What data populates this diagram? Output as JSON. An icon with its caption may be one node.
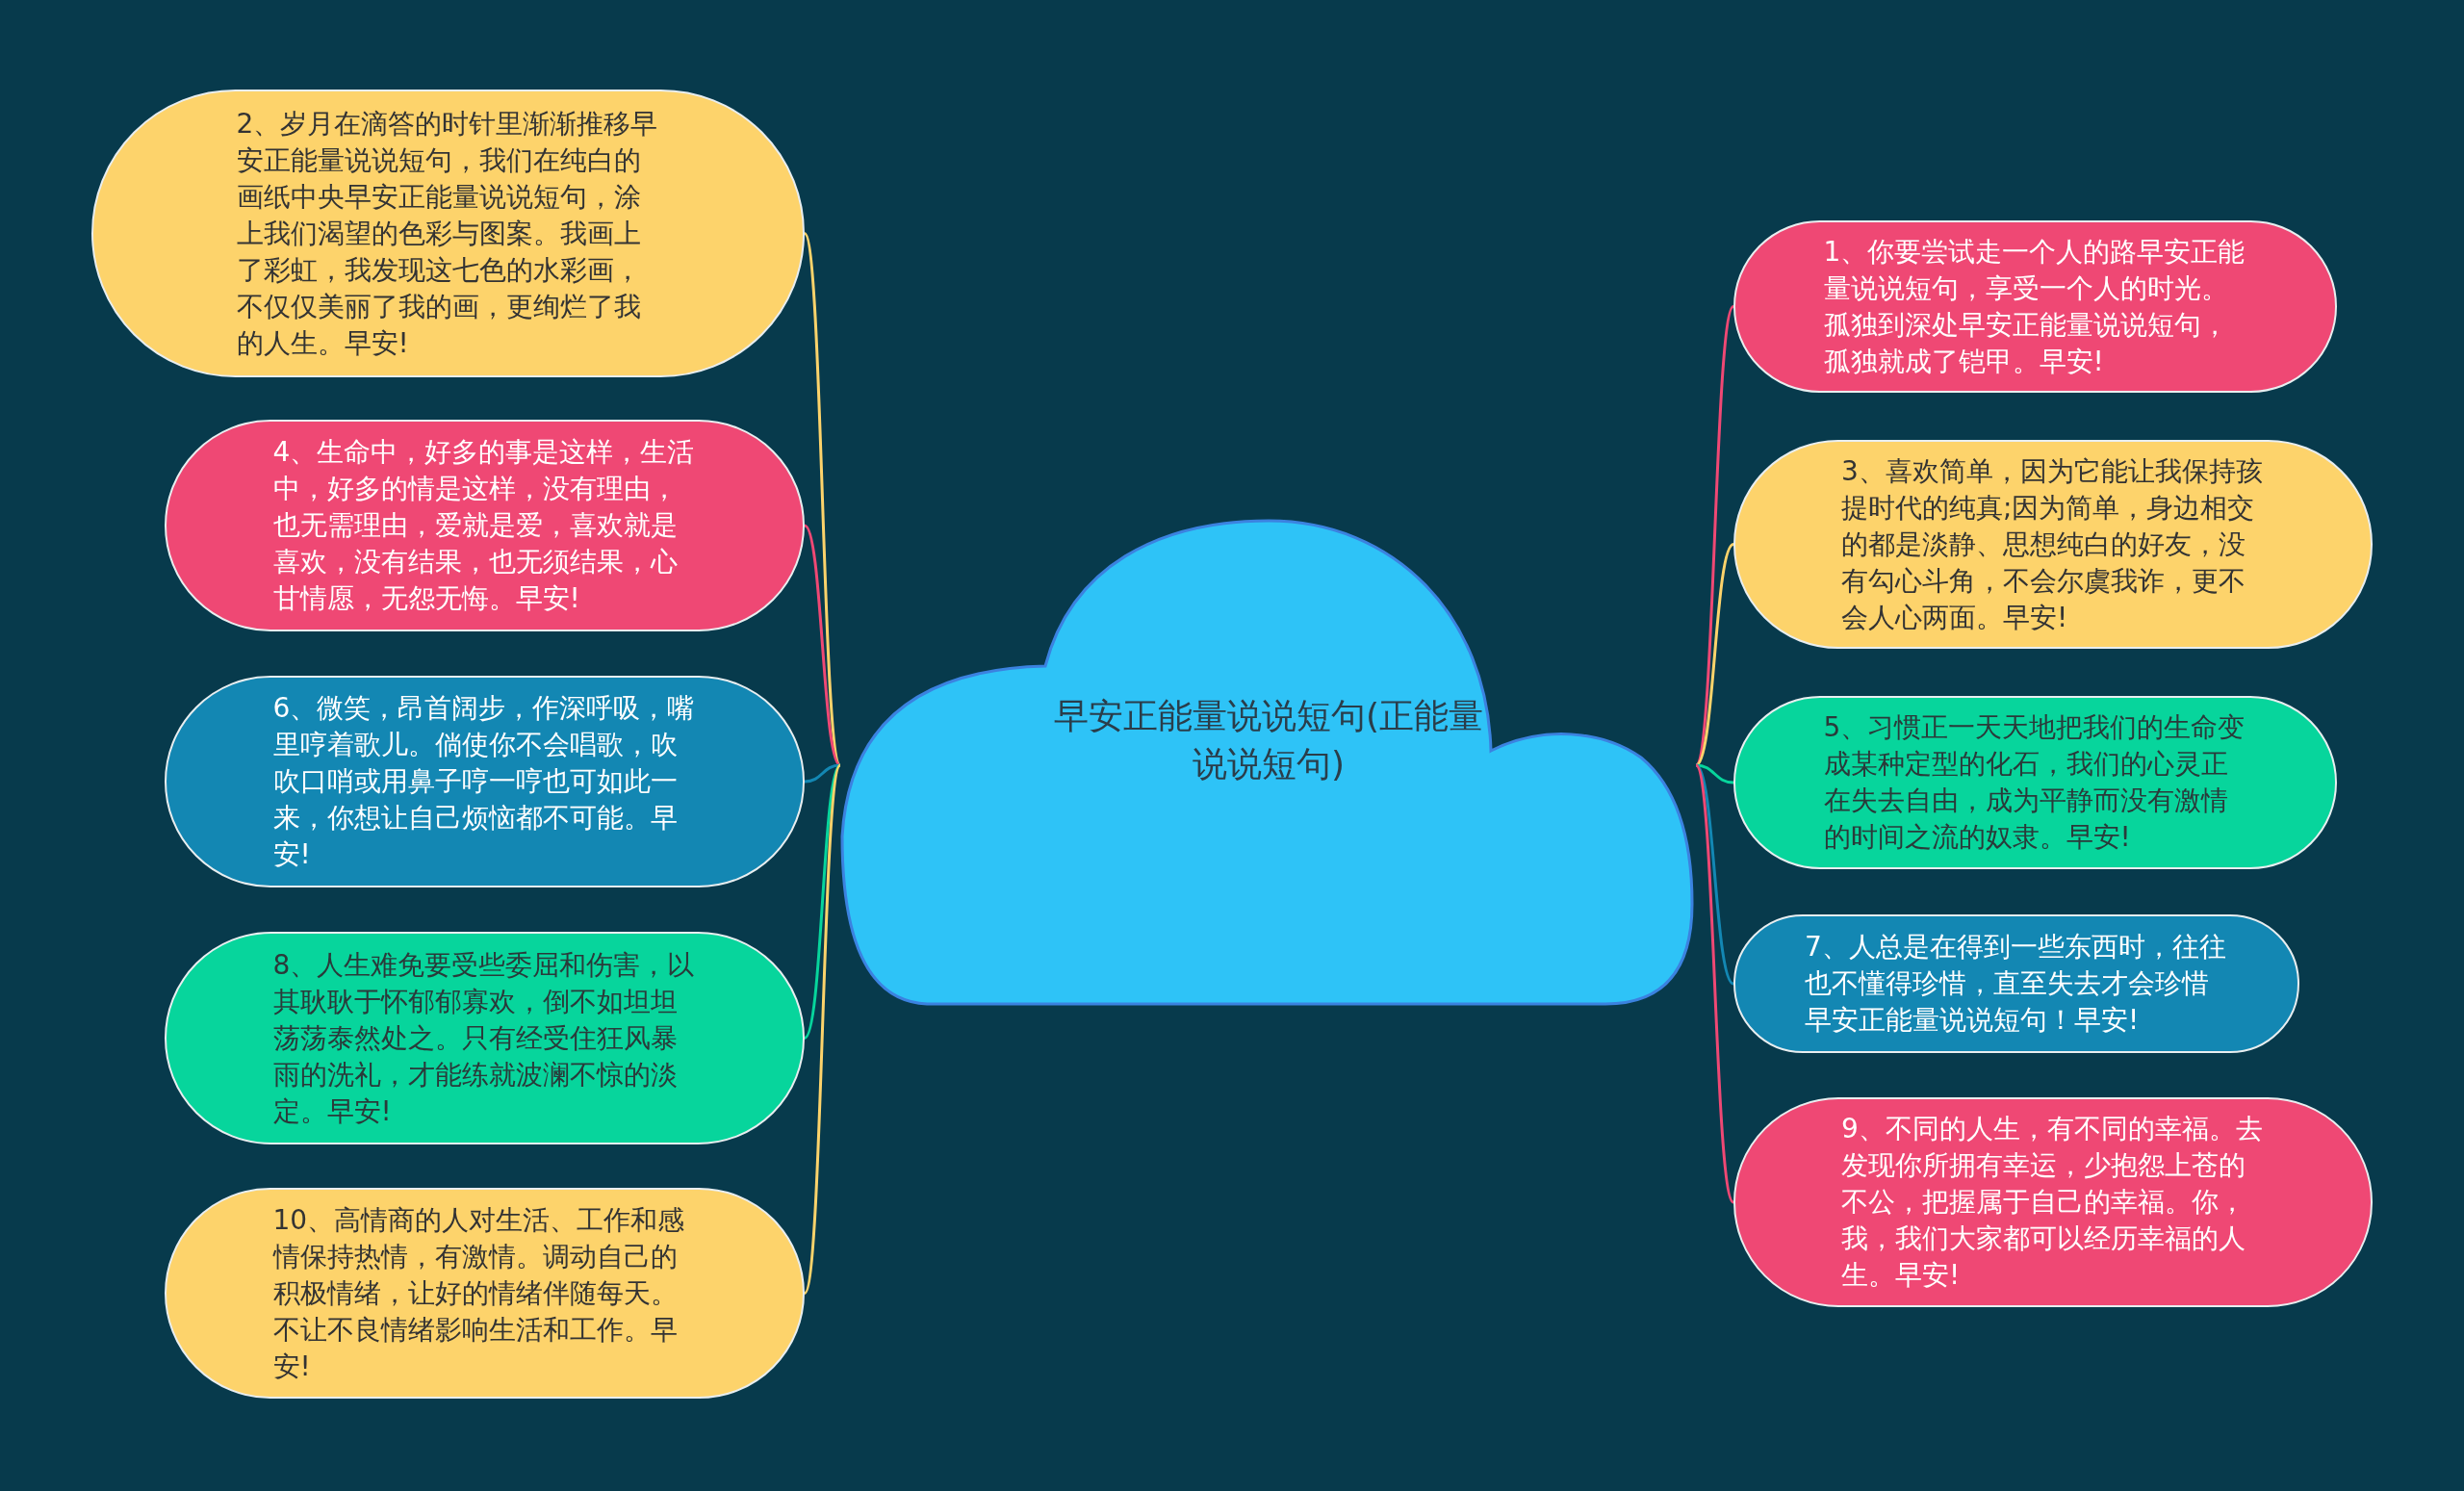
{
  "diagram": {
    "nodes": [
      {
        "text": [
          "早安正能量说说短句(正能量说说短句)"
        ]
      },
      {
        "text": [
          "1、你要尝试走一个人的路早安正能量说说短句，享受一个人的时光。孤独到深处早安正能量说说短句，孤独就成了铠甲。早安!"
        ]
      },
      {
        "text": [
          "2、岁月在滴答的时针里渐渐推移早安正能量说说短句，我们在纯白的画纸中央早安正能量说说短句，涂上我们渴望的色彩与图案。我画上了彩虹，我发现这七色的水彩画，不仅仅美丽了我的画，更绚烂了我的人生。早安!"
        ]
      },
      {
        "text": [
          "3、喜欢简单，因为它能让我保持孩提时代的纯真;因为简单，身边相交的都是淡静、思想纯白的好友，没有勾心斗角，不会尔虞我诈，更不会人心两面。早安!"
        ]
      },
      {
        "text": [
          "4、生命中，好多的事是这样，生活中，好多的情是这样，没有理由，也无需理由，爱就是爱，喜欢就是喜欢，没有结果，也无须结果，心甘情愿，无怨无悔。早安!"
        ]
      },
      {
        "text": [
          "5、习惯正一天天地把我们的生命变成某种定型的化石，我们的心灵正在失去自由，成为平静而没有激情的时间之流的奴隶。早安!"
        ]
      },
      {
        "text": [
          "6、微笑，昂首阔步，作深呼吸，嘴里哼着歌儿。倘使你不会唱歌，吹吹口哨或用鼻子哼一哼也可如此一来，你想让自己烦恼都不可能。早安!"
        ]
      },
      {
        "text": [
          "7、人总是在得到一些东西时，往往也不懂得珍惜，直至失去才会珍惜早安正能量说说短句！早安!"
        ]
      },
      {
        "text": [
          "8、人生难免要受些委屈和伤害，以其耿耿于怀郁郁寡欢，倒不如坦坦荡荡泰然处之。只有经受住狂风暴雨的洗礼，才能练就波澜不惊的淡定。早安!"
        ]
      },
      {
        "text": [
          "9、不同的人生，有不同的幸福。去发现你所拥有幸运，少抱怨上苍的不公，把握属于自己的幸福。你，我，我们大家都可以经历幸福的人生。早安!"
        ]
      },
      {
        "text": [
          "10、高情商的人对生活、工作和感情保持热情，有激情。调动自己的积极情绪，让好的情绪伴随每天。不让不良情绪影响生活和工作。早安!"
        ]
      }
    ],
    "edges": [
      {
        "from": 0,
        "to": 1,
        "arrow": "none",
        "color": "#ef4874"
      },
      {
        "from": 0,
        "to": 2,
        "arrow": "none",
        "color": "#fdd36b"
      },
      {
        "from": 0,
        "to": 3,
        "arrow": "none",
        "color": "#fdd36b"
      },
      {
        "from": 0,
        "to": 4,
        "arrow": "none",
        "color": "#ef4874"
      },
      {
        "from": 0,
        "to": 5,
        "arrow": "none",
        "color": "#07d59c"
      },
      {
        "from": 0,
        "to": 6,
        "arrow": "none",
        "color": "#1387b3"
      },
      {
        "from": 0,
        "to": 7,
        "arrow": "none",
        "color": "#1387b3"
      },
      {
        "from": 0,
        "to": 8,
        "arrow": "none",
        "color": "#07d59c"
      },
      {
        "from": 0,
        "to": 9,
        "arrow": "none",
        "color": "#ef4874"
      },
      {
        "from": 0,
        "to": 10,
        "arrow": "none",
        "color": "#fdd36b"
      }
    ]
  }
}
